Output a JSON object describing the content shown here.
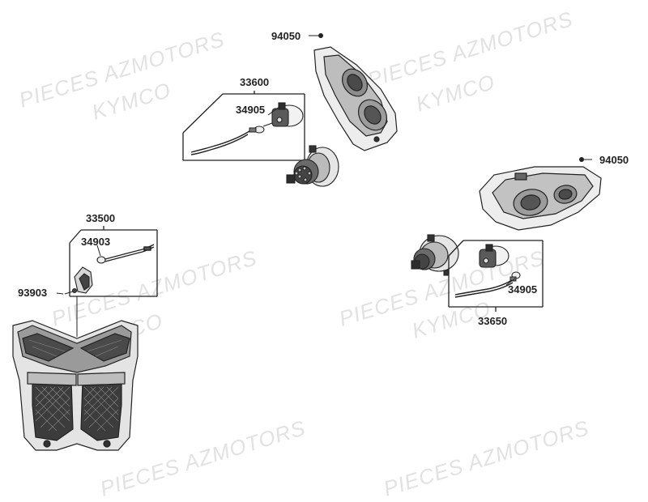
{
  "watermarks": {
    "line1": "PIECES AZMOTORS",
    "line2": "KYMCO"
  },
  "labels": {
    "p94050_top": "94050",
    "p94050_right": "94050",
    "p33600": "33600",
    "p34905_top": "34905",
    "p33500": "33500",
    "p34903": "34903",
    "p93903": "93903",
    "p34905_right": "34905",
    "p33650": "33650"
  },
  "colors": {
    "line": "#222222",
    "dark": "#3a3a3a",
    "mid": "#8a8a8a",
    "light": "#d6d6d6",
    "watermark": "#e2e2e2"
  }
}
